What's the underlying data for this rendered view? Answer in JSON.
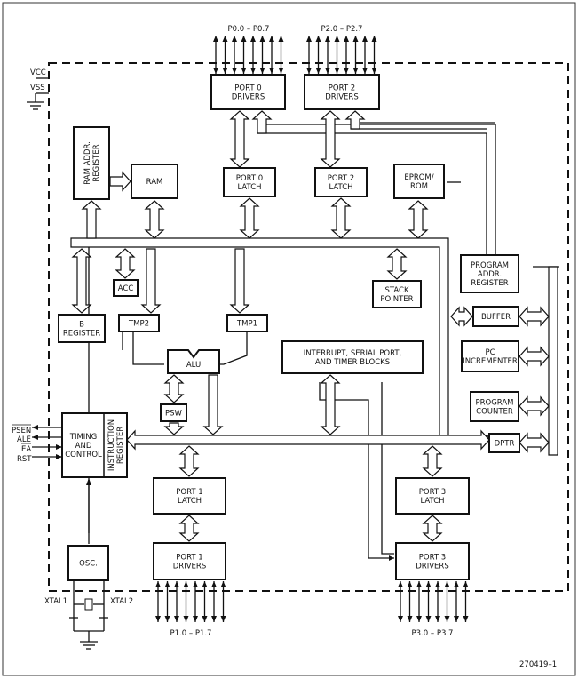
{
  "blocks": {
    "port0_drivers": [
      "PORT 0",
      "DRIVERS"
    ],
    "port2_drivers": [
      "PORT 2",
      "DRIVERS"
    ],
    "ram_addr_register": [
      "RAM ADDR.",
      "REGISTER"
    ],
    "ram": [
      "RAM"
    ],
    "port0_latch": [
      "PORT 0",
      "LATCH"
    ],
    "port2_latch": [
      "PORT 2",
      "LATCH"
    ],
    "eprom_rom": [
      "EPROM/",
      "ROM"
    ],
    "program_addr_register": [
      "PROGRAM",
      "ADDR.",
      "REGISTER"
    ],
    "acc": [
      "ACC"
    ],
    "stack_pointer": [
      "STACK",
      "POINTER"
    ],
    "b_register": [
      "B",
      "REGISTER"
    ],
    "tmp2": [
      "TMP2"
    ],
    "tmp1": [
      "TMP1"
    ],
    "buffer": [
      "BUFFER"
    ],
    "alu": [
      "ALU"
    ],
    "interrupt_blocks": [
      "INTERRUPT, SERIAL PORT,",
      "AND TIMER BLOCKS"
    ],
    "pc_incrementer": [
      "PC",
      "INCREMENTER"
    ],
    "program_counter": [
      "PROGRAM",
      "COUNTER"
    ],
    "psw": [
      "PSW"
    ],
    "timing_control": [
      "TIMING",
      "AND",
      "CONTROL"
    ],
    "instruction_register": [
      "INSTRUCTION",
      "REGISTER"
    ],
    "dptr": [
      "DPTR"
    ],
    "port1_latch": [
      "PORT 1",
      "LATCH"
    ],
    "port3_latch": [
      "PORT 3",
      "LATCH"
    ],
    "port1_drivers": [
      "PORT 1",
      "DRIVERS"
    ],
    "port3_drivers": [
      "PORT 3",
      "DRIVERS"
    ],
    "osc": [
      "OSC."
    ]
  },
  "pins": {
    "p0": "P0.0 – P0.7",
    "p2": "P2.0 – P2.7",
    "p1": "P1.0 – P1.7",
    "p3": "P3.0 – P3.7",
    "vcc": "VCC",
    "vss": "VSS",
    "psen": "PSEN",
    "ale": "ALE",
    "ea": "EA",
    "rst": "RST",
    "xtal1": "XTAL1",
    "xtal2": "XTAL2"
  },
  "figure_id": "270419–1"
}
